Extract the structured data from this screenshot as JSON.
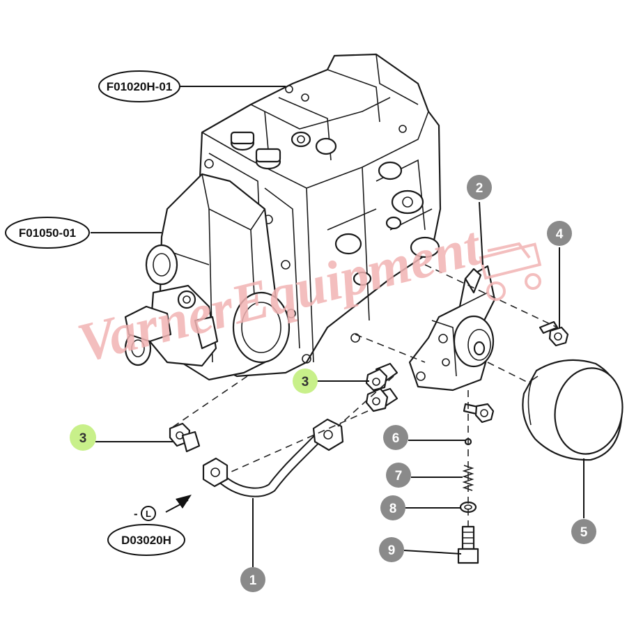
{
  "reference_labels": [
    {
      "id": "f01020h",
      "text": "F01020H-01"
    },
    {
      "id": "f01050",
      "text": "F01050-01"
    },
    {
      "id": "d03020h",
      "text": "D03020H"
    }
  ],
  "callouts": [
    {
      "id": "1",
      "text": "1"
    },
    {
      "id": "2",
      "text": "2"
    },
    {
      "id": "3a",
      "text": "3",
      "highlight": true
    },
    {
      "id": "3b",
      "text": "3",
      "highlight": true
    },
    {
      "id": "4",
      "text": "4"
    },
    {
      "id": "5",
      "text": "5"
    },
    {
      "id": "6",
      "text": "6"
    },
    {
      "id": "7",
      "text": "7"
    },
    {
      "id": "8",
      "text": "8"
    },
    {
      "id": "9",
      "text": "9"
    }
  ],
  "sealant_symbol": {
    "prefix": "-",
    "letter": "L"
  },
  "watermark": {
    "text": "VarnerEquipment"
  },
  "colors": {
    "callout_gray": "#8a8a8a",
    "callout_highlight": "#c8f08a",
    "watermark": "#f2b3b3",
    "line": "#1a1a1a"
  }
}
